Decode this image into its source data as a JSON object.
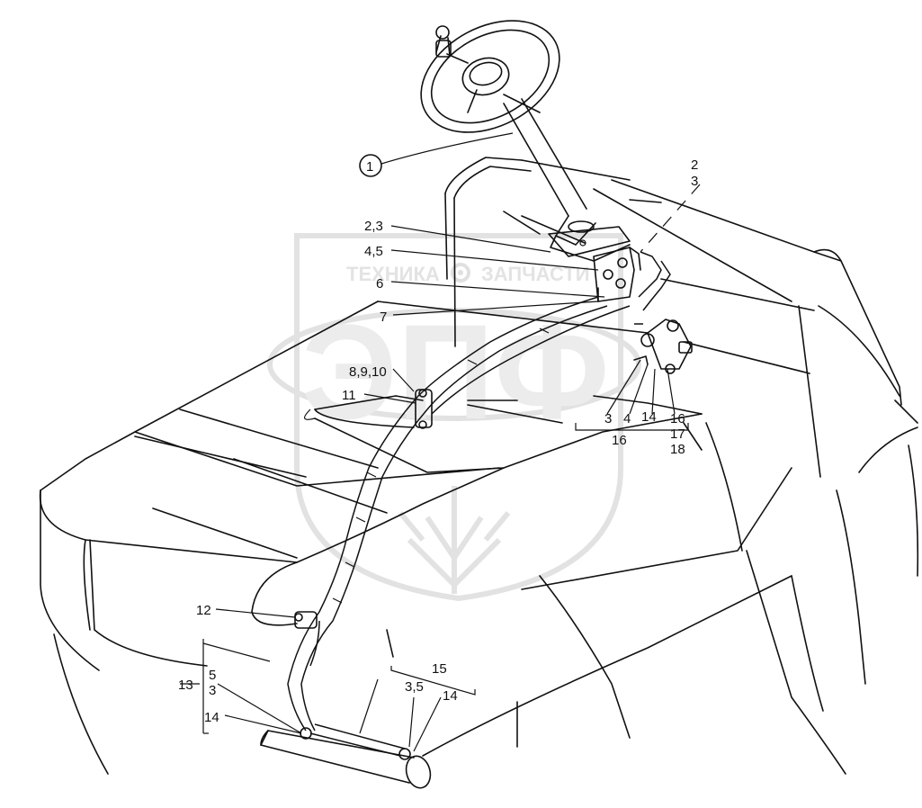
{
  "watermark": {
    "line1_left": "ТЕХНИКА",
    "line1_right": "ЗАПЧАСТИ",
    "logo_letters": "ЭПФ",
    "gear_icon": "gear-icon",
    "wheat_icon": "wheat-icon"
  },
  "callouts": {
    "c1": "1",
    "c2": "2",
    "c3": "3",
    "c23": "2,3",
    "c45": "4,5",
    "c6": "6",
    "c7": "7",
    "c8910": "8,9,10",
    "c11": "11",
    "g_3": "3",
    "g_4": "4",
    "g_14": "14",
    "g_16": "16",
    "c16": "16",
    "c17": "17",
    "c18": "18",
    "c12": "12",
    "c13": "13",
    "c5": "5",
    "c3b": "3",
    "c14a": "14",
    "c15": "15",
    "c35": "3,5",
    "c14b": "14"
  }
}
